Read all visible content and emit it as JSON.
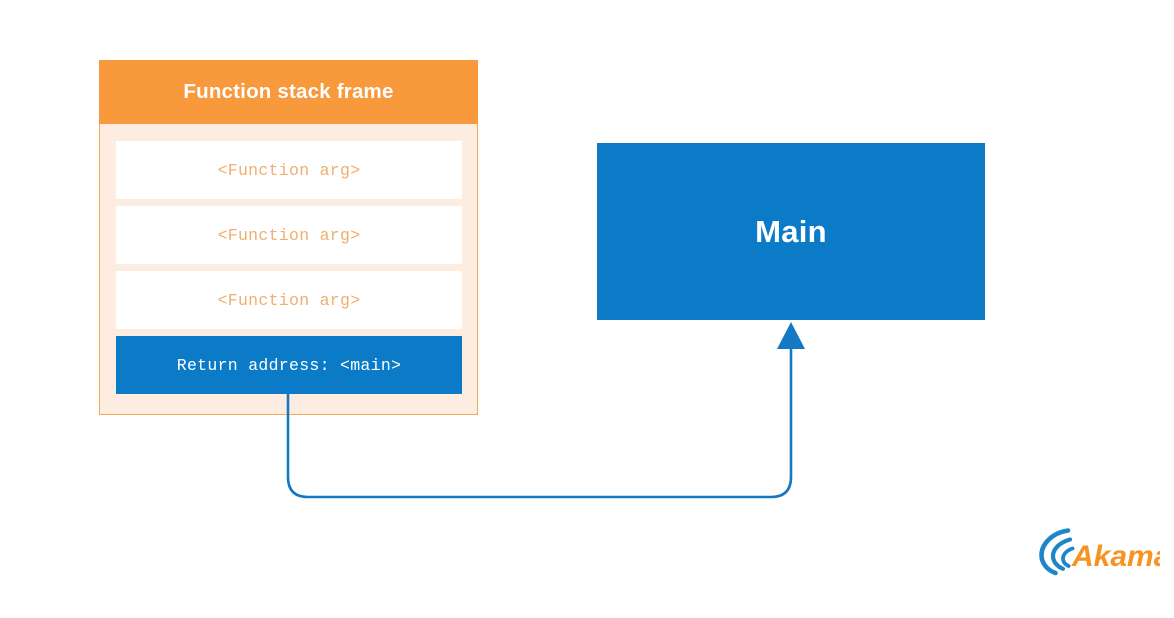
{
  "diagram": {
    "title_visible": false,
    "stack_frame": {
      "header_label": "Function stack frame",
      "rows": [
        {
          "label": "<Function arg>",
          "kind": "arg"
        },
        {
          "label": "<Function arg>",
          "kind": "arg"
        },
        {
          "label": "<Function arg>",
          "kind": "arg"
        },
        {
          "label": "Return address: <main>",
          "kind": "return"
        }
      ]
    },
    "main_block": {
      "label": "Main"
    },
    "connector": {
      "from": "return-address-row",
      "to": "main-block",
      "arrowhead": "up-triangle"
    }
  },
  "branding": {
    "logo_name": "akamai-logo",
    "wordmark": "Akamai"
  },
  "colors": {
    "orange_header": "#f89a3c",
    "frame_background": "#fdece0",
    "frame_border": "#f5a85a",
    "arg_text": "#f0ae6e",
    "blue": "#0b7bc8",
    "connector_blue": "#1578c2",
    "white": "#ffffff",
    "logo_orange": "#f79321",
    "logo_blue": "#1d86c9"
  }
}
